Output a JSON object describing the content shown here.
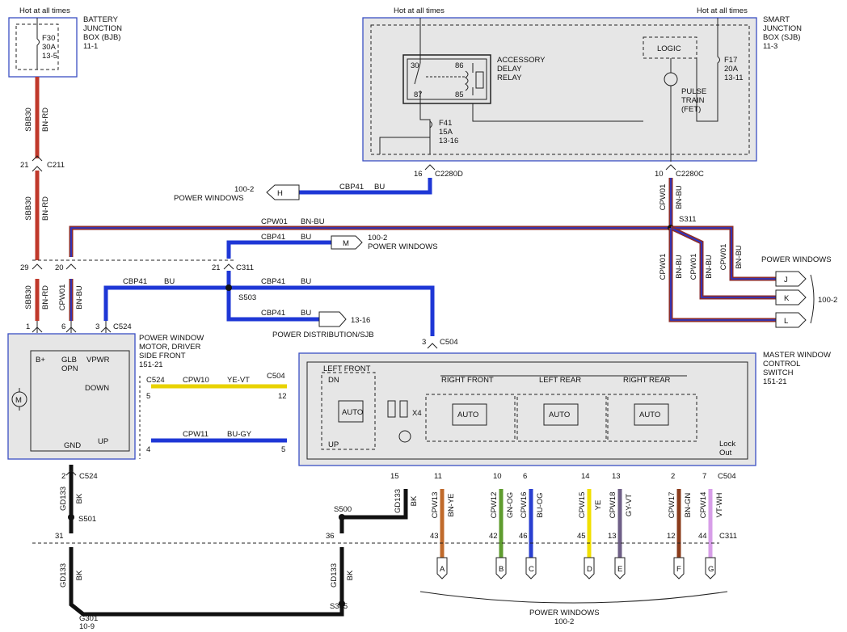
{
  "colors": {
    "bn_rd": "#c0392b",
    "bu": "#1e37d6",
    "bn_bu_a": "#8b2d2d",
    "bn_bu_b": "#1e37d6",
    "ye_vt": "#e8d200",
    "bu_gy": "#1e37d6",
    "bk": "#111111",
    "bn_ye": "#c06a2b",
    "gn_og": "#5f9c2f",
    "bu_og": "#2a3fd0",
    "ye": "#f1e000",
    "gy_vt": "#6f5f87",
    "bn_gn": "#8a3b1b",
    "vt_wh": "#d79ee8"
  },
  "labels": {
    "hot1": "Hot at all times",
    "hot2": "Hot at all times",
    "hot3": "Hot at all times",
    "bjb_title": "BATTERY",
    "bjb_title2": "JUNCTION",
    "bjb_title3": "BOX (BJB)",
    "bjb_ref": "11-1",
    "f30": "F30",
    "f30_a": "30A",
    "f30_r": "13-5",
    "sjb_title": "SMART",
    "sjb_title2": "JUNCTION",
    "sjb_title3": "BOX (SJB)",
    "sjb_ref": "11-3",
    "relay1": "ACCESSORY",
    "relay2": "DELAY",
    "relay3": "RELAY",
    "logic": "LOGIC",
    "pulse1": "PULSE",
    "pulse2": "TRAIN",
    "pulse3": "(FET)",
    "f17": "F17",
    "f17_a": "20A",
    "f17_r": "13-11",
    "f41": "F41",
    "f41_a": "15A",
    "f41_r": "13-16",
    "p30": "30",
    "p86": "86",
    "p87": "87",
    "p85": "85",
    "c2280d_pin": "16",
    "c2280d": "C2280D",
    "c2280c_pin": "10",
    "c2280c": "C2280C",
    "sbb30a": "SBB30",
    "bnrd_a": "BN-RD",
    "pin21": "21",
    "c211": "C211",
    "sbb30b": "SBB30",
    "bnrd_b": "BN-RD",
    "pw_ref_h": "100-2",
    "pw_h": "POWER WINDOWS",
    "conn_h": "H",
    "cbp41_h": "CBP41",
    "bu_h": "BU",
    "cpw01_top": "CPW01",
    "bnbu_top": "BN-BU",
    "cpw01_v": "CPW01",
    "bnbu_v": "BN-BU",
    "s311": "S311",
    "cbp41_m": "CBP41",
    "bu_m": "BU",
    "conn_m": "M",
    "pw_ref_m": "100-2",
    "pw_m": "POWER WINDOWS",
    "pin29": "29",
    "pin20": "20",
    "pin21b": "21",
    "c311a": "C311",
    "sbb30c": "SBB30",
    "bnrd_c": "BN-RD",
    "cpw01_l": "CPW01",
    "bnbu_l": "BN-BU",
    "cbp41_l": "CBP41",
    "bu_l": "BU",
    "cbp41_r": "CBP41",
    "bu_r": "BU",
    "s503": "S503",
    "cbp41_pd": "CBP41",
    "bu_pd": "BU",
    "pd_ref": "13-16",
    "pd": "POWER DISTRIBUTION/SJB",
    "pin1": "1",
    "pin6": "6",
    "pin3": "3",
    "c524a": "C524",
    "pin3b": "3",
    "c504a": "C504",
    "cpw01_r1": "CPW01",
    "bnbu_r1": "BN-BU",
    "cpw01_r2": "CPW01",
    "bnbu_r2": "BN-BU",
    "cpw01_r3": "CPW01",
    "bnbu_r3": "BN-BU",
    "pw_right": "POWER WINDOWS",
    "conn_j": "J",
    "conn_k": "K",
    "conn_l": "L",
    "pw_ref_jkl": "100-2",
    "motor1": "POWER WINDOW",
    "motor2": "MOTOR, DRIVER",
    "motor3": "SIDE FRONT",
    "motor_ref": "151-21",
    "bplus": "B+",
    "glb": "GLB",
    "opn": "OPN",
    "vpwr": "VPWR",
    "down": "DOWN",
    "up": "UP",
    "gnd": "GND",
    "motor_m": "M",
    "c524b": "C524",
    "pin5": "5",
    "cpw10": "CPW10",
    "yevt": "YE-VT",
    "c504b": "C504",
    "pin12": "12",
    "pin4": "4",
    "cpw11": "CPW11",
    "bugy": "BU-GY",
    "pin5b": "5",
    "master1": "MASTER WINDOW",
    "master2": "CONTROL",
    "master3": "SWITCH",
    "master_ref": "151-21",
    "left_front": "LEFT FRONT",
    "right_front": "RIGHT FRONT",
    "left_rear": "LEFT REAR",
    "right_rear": "RIGHT REAR",
    "dn": "DN",
    "up_s": "UP",
    "auto": "AUTO",
    "x4": "X4",
    "lock": "Lock",
    "out": "Out",
    "pin2": "2",
    "c524c": "C524",
    "gd133a": "GD133",
    "bka": "BK",
    "s501": "S501",
    "pin31": "31",
    "gd133b": "GD133",
    "bkb": "BK",
    "g301": "G301",
    "g301_ref": "10-9",
    "s500": "S500",
    "pin15": "15",
    "gd133c": "GD133",
    "bkc": "BK",
    "pin36": "36",
    "gd133d": "GD133",
    "bkd": "BK",
    "s385": "S385",
    "c311b": "C311",
    "c504c": "C504",
    "pw_bottom": "POWER WINDOWS",
    "pw_bottom_ref": "100-2"
  },
  "wires": [
    {
      "top_pin": "11",
      "circuit": "CPW13",
      "color": "BN-YE",
      "bot_pin": "43",
      "conn": "A"
    },
    {
      "top_pin": "10",
      "circuit": "CPW12",
      "color": "GN-OG",
      "bot_pin": "42",
      "conn": "B"
    },
    {
      "top_pin": "6",
      "circuit": "CPW16",
      "color": "BU-OG",
      "bot_pin": "46",
      "conn": "C"
    },
    {
      "top_pin": "14",
      "circuit": "CPW15",
      "color": "YE",
      "bot_pin": "45",
      "conn": "D"
    },
    {
      "top_pin": "13",
      "circuit": "CPW18",
      "color": "GY-VT",
      "bot_pin": "13",
      "conn": "E"
    },
    {
      "top_pin": "2",
      "circuit": "CPW17",
      "color": "BN-GN",
      "bot_pin": "12",
      "conn": "F"
    },
    {
      "top_pin": "7",
      "circuit": "CPW14",
      "color": "VT-WH",
      "bot_pin": "44",
      "conn": "G"
    }
  ]
}
